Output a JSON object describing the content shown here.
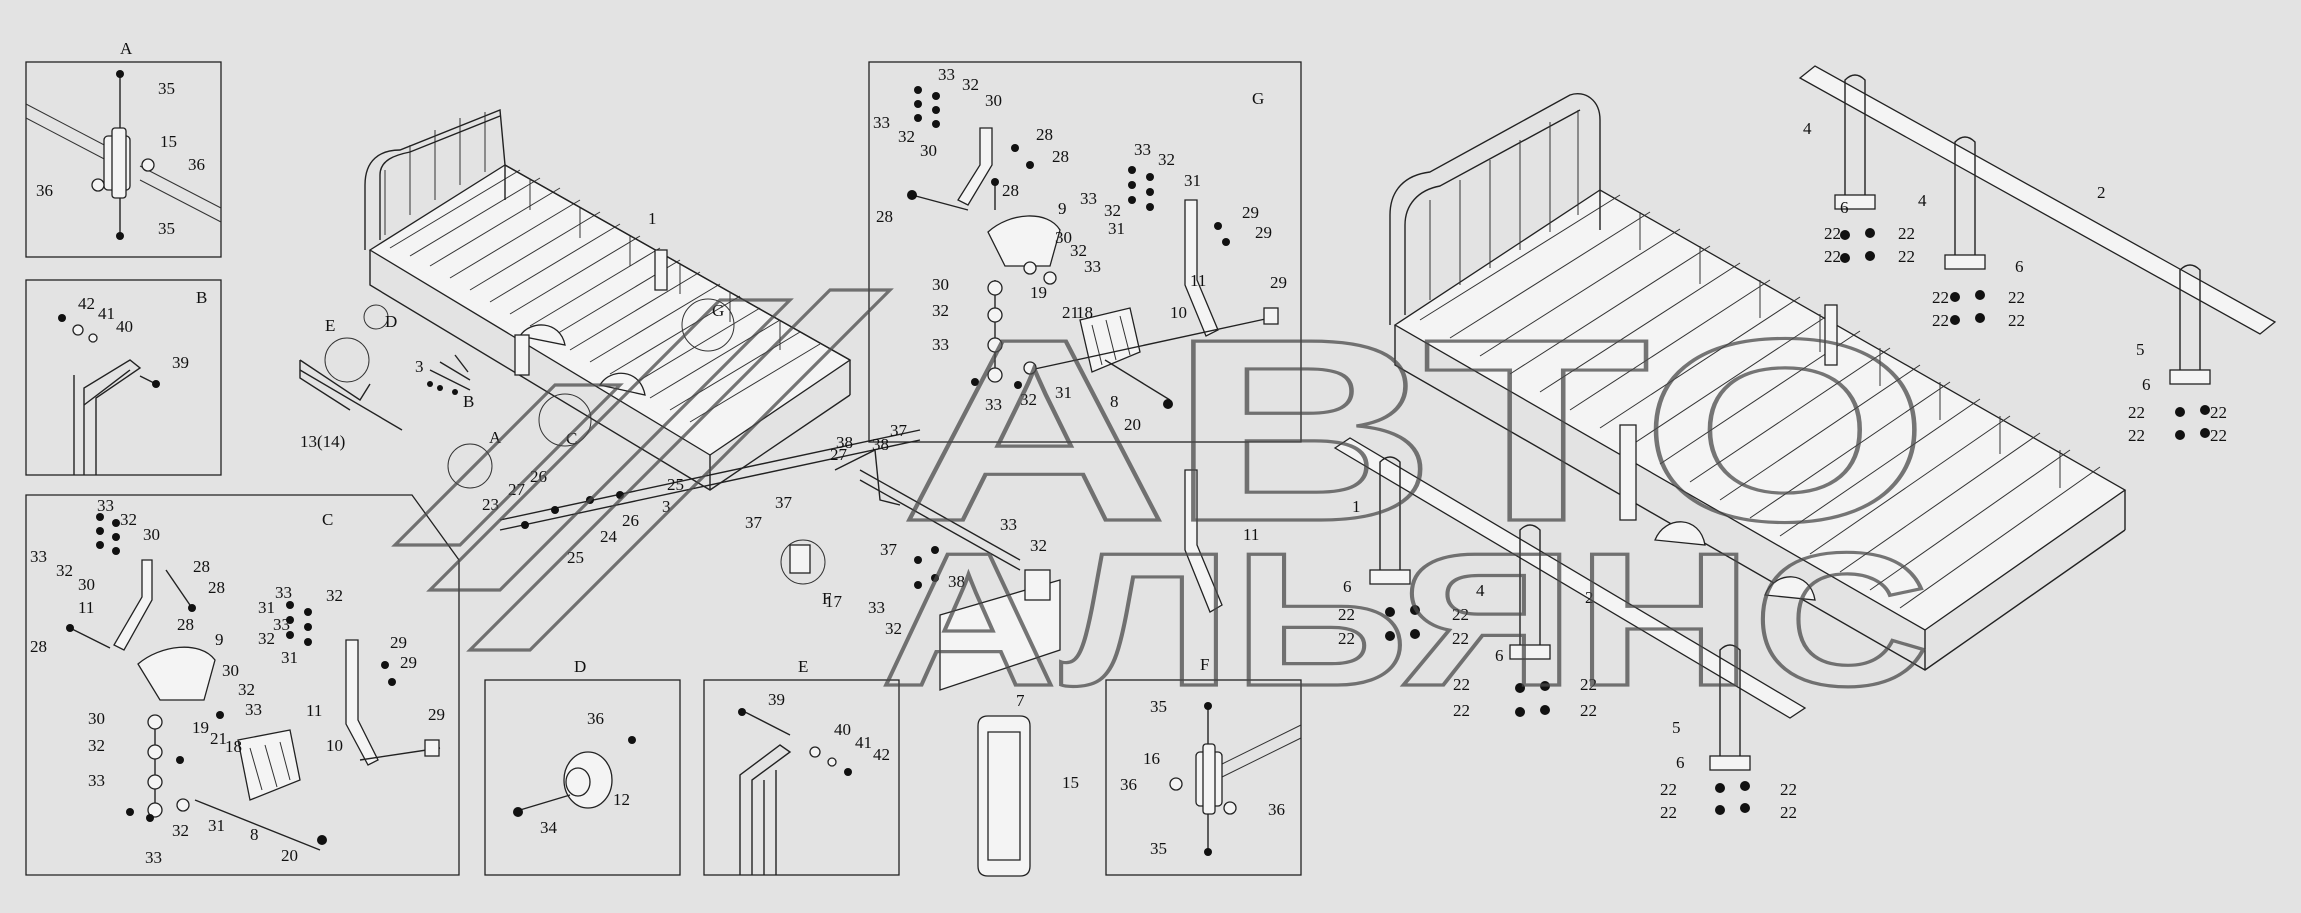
{
  "watermark": {
    "line1": "АВТО",
    "line2": "АЛЬЯНС"
  },
  "detail_boxes": {
    "A": "A",
    "B": "B",
    "C": "C",
    "D": "D",
    "E": "E",
    "F": "F",
    "G": "G"
  },
  "callouts": {
    "boxA": [
      "35",
      "15",
      "36",
      "36",
      "35"
    ],
    "boxB": [
      "42",
      "41",
      "40",
      "39"
    ],
    "boxC": [
      "33",
      "32",
      "30",
      "33",
      "32",
      "30",
      "28",
      "28",
      "11",
      "28",
      "9",
      "28",
      "33",
      "32",
      "31",
      "33",
      "32",
      "31",
      "29",
      "29",
      "30",
      "32",
      "33",
      "30",
      "32",
      "33",
      "19",
      "21",
      "18",
      "10",
      "29",
      "11",
      "8",
      "20",
      "33",
      "32",
      "31"
    ],
    "boxD": [
      "36",
      "12",
      "34"
    ],
    "boxE": [
      "39",
      "40",
      "41",
      "42"
    ],
    "boxF": [
      "35",
      "16",
      "36",
      "36",
      "35"
    ],
    "boxG": [
      "33",
      "32",
      "30",
      "33",
      "32",
      "30",
      "28",
      "28",
      "28",
      "28",
      "9",
      "30",
      "32",
      "33",
      "33",
      "32",
      "31",
      "33",
      "32",
      "31",
      "29",
      "29",
      "30",
      "32",
      "33",
      "19",
      "21",
      "18",
      "10",
      "11",
      "29",
      "33",
      "32",
      "31",
      "8",
      "20"
    ],
    "main_left": [
      "1",
      "3",
      "E",
      "D",
      "G",
      "B",
      "C",
      "A",
      "13(14)",
      "27",
      "26",
      "25",
      "23",
      "3",
      "26",
      "25",
      "24",
      "27",
      "38",
      "38",
      "37",
      "37",
      "37",
      "37",
      "17",
      "F",
      "33",
      "32",
      "33",
      "38",
      "32",
      "7",
      "15",
      "11"
    ],
    "main_right": [
      "4",
      "2",
      "6",
      "22",
      "22",
      "22",
      "22",
      "4",
      "6",
      "22",
      "22",
      "22",
      "22",
      "5",
      "6",
      "22",
      "22",
      "22",
      "22",
      "1",
      "6",
      "22",
      "22",
      "22",
      "22",
      "4",
      "2",
      "6",
      "22",
      "22",
      "22",
      "22",
      "5",
      "6",
      "22",
      "22",
      "22",
      "22"
    ]
  }
}
